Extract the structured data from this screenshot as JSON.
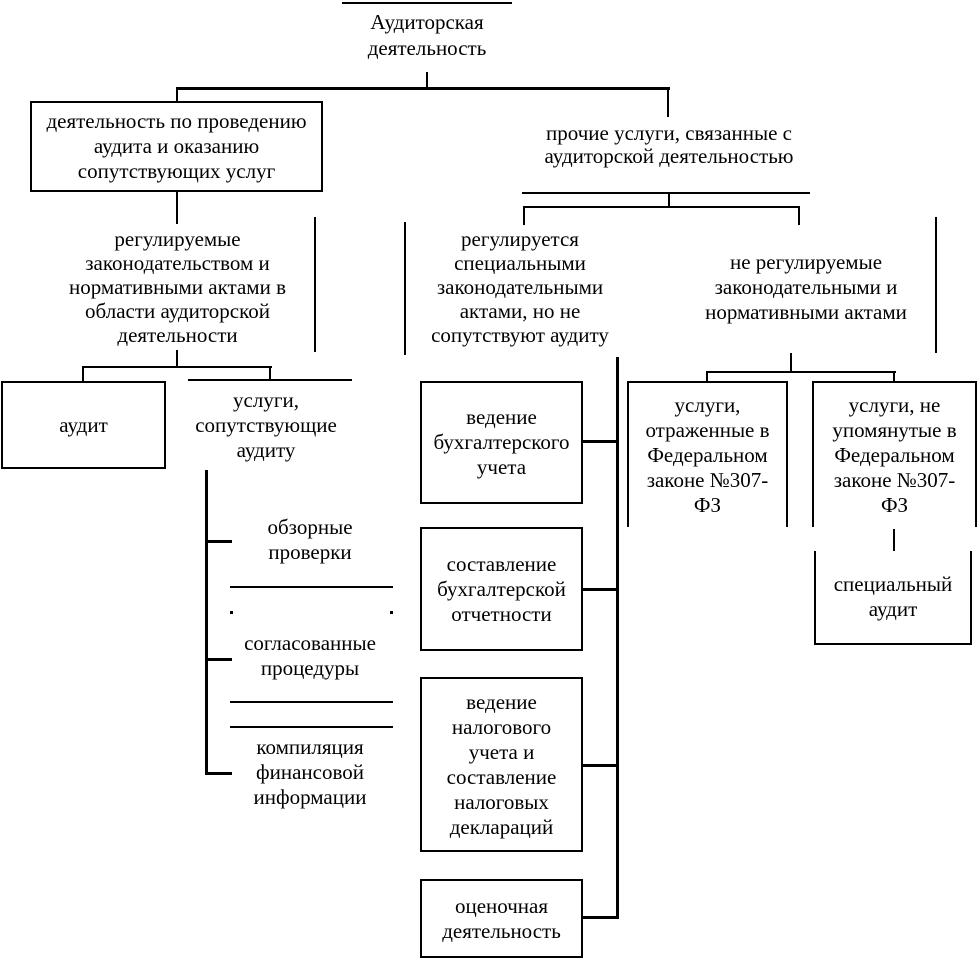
{
  "diagram": {
    "nodes": {
      "root": {
        "label": "Аудиторская\nдеятельность"
      },
      "audit_conduct_branch": {
        "label": "деятельность по проведению\nаудита и оказанию\nсопутствующих услуг"
      },
      "other_services_branch": {
        "label": "прочие услуги, связанные с\nаудиторской деятельностью"
      },
      "regulated_by_audit_legislation": {
        "label": "регулируемые\nзаконодательством и\nнормативными актами в\nобласти аудиторской\nдеятельности"
      },
      "regulated_by_special_acts": {
        "label": "регулируется\nспециальными\nзаконодательными\nактами, но не\nсопутствуют аудиту"
      },
      "not_regulated": {
        "label": "не регулируемые\nзаконодательными и\nнормативными актами"
      },
      "audit": {
        "label": "аудит"
      },
      "audit_related_services": {
        "label": "услуги,\nсопутствующие\nаудиту"
      },
      "review_checks": {
        "label": "обзорные\nпроверки"
      },
      "agreed_procedures": {
        "label": "согласованные\nпроцедуры"
      },
      "compilation_financial_info": {
        "label": "компиляция\nфинансовой\nинформации"
      },
      "bookkeeping": {
        "label": "ведение\nбухгалтерского\nучета"
      },
      "financial_statements": {
        "label": "составление\nбухгалтерской\nотчетности"
      },
      "tax_accounting": {
        "label": "ведение\nналогового\nучета и\nсоставление\nналоговых\nдеклараций"
      },
      "valuation_activity": {
        "label": "оценочная\nдеятельность"
      },
      "services_in_307fz": {
        "label": "услуги,\nотраженные в\nФедеральном\nзаконе №307-\nФЗ"
      },
      "services_not_in_307fz": {
        "label": "услуги, не\nупомянутые в\nФедеральном\nзаконе №307-\nФЗ"
      },
      "special_audit": {
        "label": "специальный\nаудит"
      }
    },
    "colors": {
      "line": "#000000",
      "background": "#ffffff",
      "text": "#000000"
    }
  }
}
